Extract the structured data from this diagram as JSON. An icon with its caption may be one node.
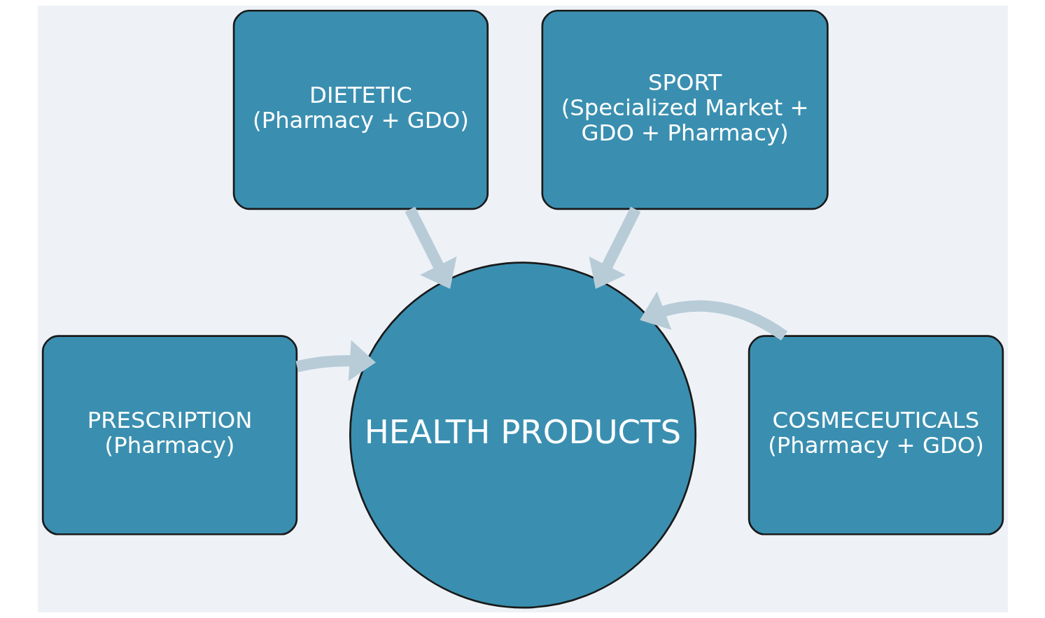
{
  "diagram": {
    "nodes": [
      {
        "text": [
          "DIETETIC",
          "(Pharmacy + GDO)"
        ]
      },
      {
        "text": [
          "SPORT",
          "(Specialized Market + GDO + Pharmacy)"
        ]
      },
      {
        "text": [
          "PRESCRIPTION",
          "(Pharmacy)"
        ]
      },
      {
        "text": [
          "HEALTH PRODUCTS"
        ]
      },
      {
        "text": [
          "COSMECEUTICALS",
          "(Pharmacy + GDO)"
        ]
      }
    ],
    "edges": [
      {
        "from": 0,
        "to": 3,
        "arrow": "to"
      },
      {
        "from": 1,
        "to": 3,
        "arrow": "to"
      },
      {
        "from": 2,
        "to": 3,
        "arrow": "to"
      },
      {
        "from": 4,
        "to": 3,
        "arrow": "to"
      }
    ]
  }
}
